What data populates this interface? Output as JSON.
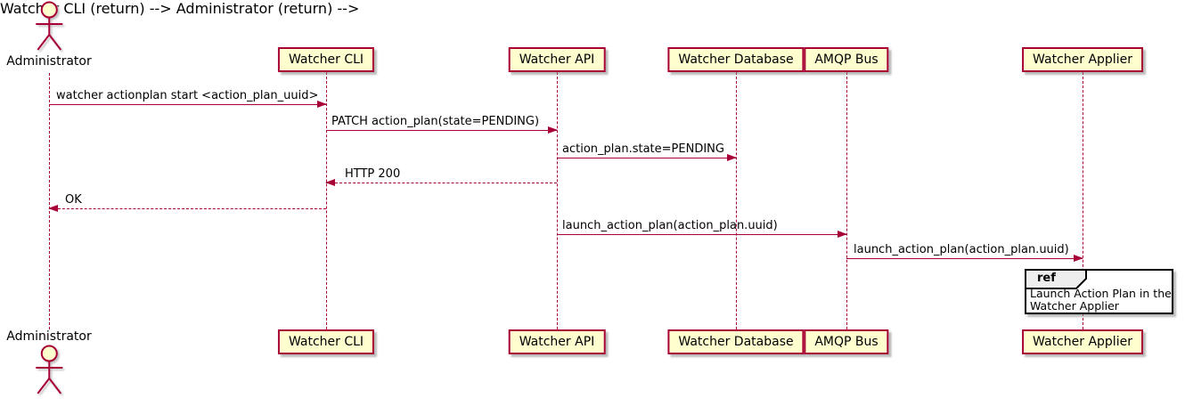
{
  "diagram": {
    "actor": {
      "label": "Administrator"
    },
    "participants": [
      {
        "label": "Watcher CLI"
      },
      {
        "label": "Watcher API"
      },
      {
        "label": "Watcher Database"
      },
      {
        "label": "AMQP Bus"
      },
      {
        "label": "Watcher Applier"
      }
    ],
    "messages": [
      {
        "text": "watcher actionplan start <action_plan_uuid>",
        "from": "Administrator",
        "to": "Watcher CLI",
        "style": "solid"
      },
      {
        "text": "PATCH action_plan(state=PENDING)",
        "from": "Watcher CLI",
        "to": "Watcher API",
        "style": "solid"
      },
      {
        "text": "action_plan.state=PENDING",
        "from": "Watcher API",
        "to": "Watcher Database",
        "style": "solid"
      },
      {
        "text": "HTTP 200",
        "from": "Watcher API",
        "to": "Watcher CLI",
        "style": "dashed"
      },
      {
        "text": "OK",
        "from": "Watcher CLI",
        "to": "Administrator",
        "style": "dashed"
      },
      {
        "text": "launch_action_plan(action_plan.uuid)",
        "from": "Watcher API",
        "to": "AMQP Bus",
        "style": "solid"
      },
      {
        "text": "launch_action_plan(action_plan.uuid)",
        "from": "AMQP Bus",
        "to": "Watcher Applier",
        "style": "solid"
      }
    ],
    "ref": {
      "keyword": "ref",
      "text_line1": "Launch Action Plan in the",
      "text_line2": "Watcher Applier"
    },
    "colors": {
      "participant_fill": "#FEFECE",
      "participant_border": "#A80036",
      "arrow": "#A80036",
      "ref_header_fill": "#EEEEEE",
      "ref_border": "#000000"
    }
  }
}
